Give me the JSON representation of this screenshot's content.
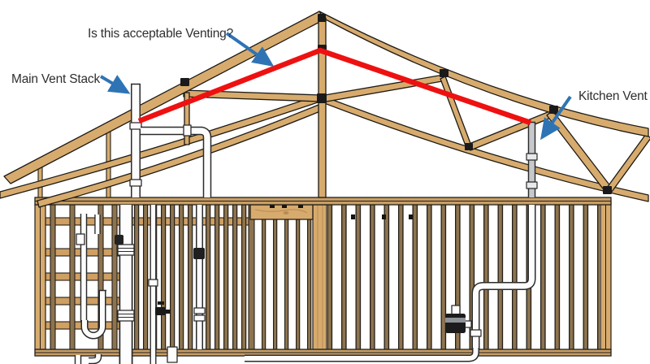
{
  "diagram": {
    "title_hint": "house framing section with plumbing vent routing",
    "annotations": {
      "question": "Is this acceptable Venting?",
      "main_vent": "Main Vent Stack",
      "kitchen_vent": "Kitchen Vent"
    },
    "colors": {
      "proposed_vent_path_red": "#ee1111",
      "annotation_arrow_blue": "#2e74b5",
      "wood_light": "#d7ab6d",
      "wood_plate": "#c79e66",
      "wood_stud": "#8d744f",
      "pipe_white": "#fdfdfd",
      "pipe_gray": "#c6c9cc",
      "outline": "#1d1a16",
      "label_text": "#2f2f2f",
      "background": "#ffffff"
    }
  }
}
